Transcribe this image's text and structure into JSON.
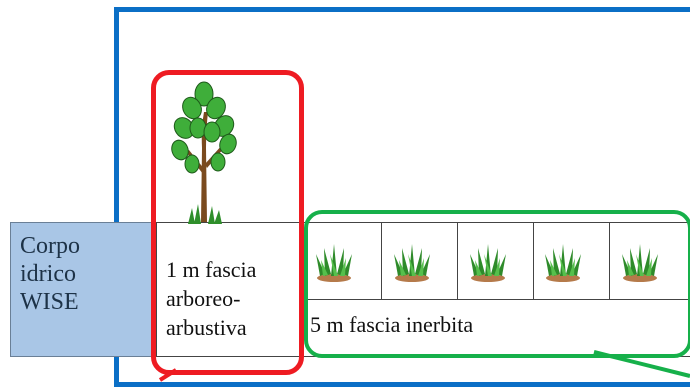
{
  "water_body": {
    "label": "Corpo\nidrico\nWISE"
  },
  "shrub_strip": {
    "label": "1 m fascia\narboreo-\narbustiva",
    "icon": "tree-icon"
  },
  "grass_strip": {
    "label": "5 m fascia inerbita",
    "icon": "grass-tuft-icon",
    "tuft_count": 5
  },
  "colors": {
    "buffer_frame": "#0b6fc6",
    "shrub_highlight": "#ee1b22",
    "grass_highlight": "#16b04a",
    "water": "#a9c6e6"
  }
}
